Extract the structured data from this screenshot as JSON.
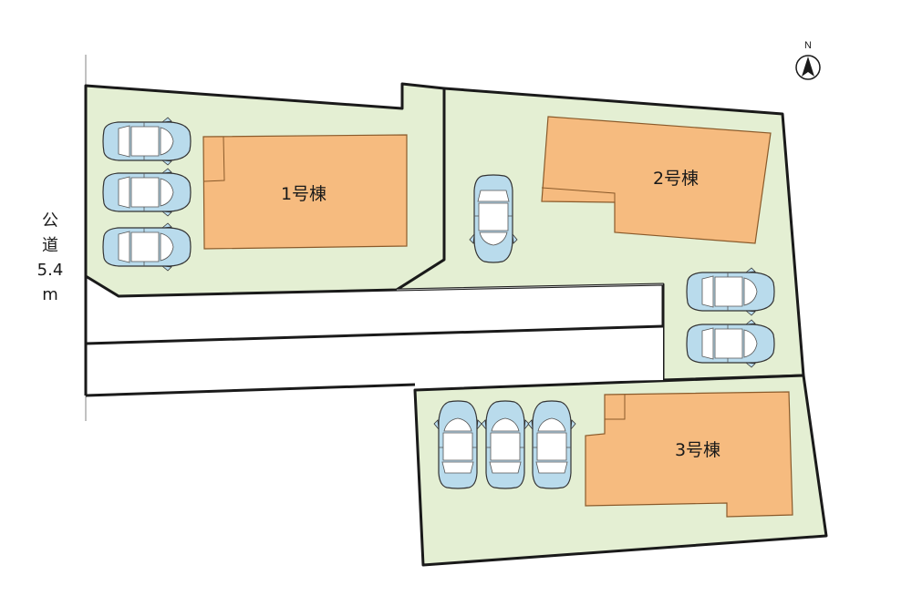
{
  "colors": {
    "lot_fill": "#e4efd3",
    "building_fill": "#f6bb7f",
    "lot_stroke": "#1a1a1a",
    "car_body": "#b9dbec",
    "car_window": "#ffffff",
    "road_fill": "#ffffff"
  },
  "icons": {
    "north_arrow": "north-arrow-icon",
    "car": "car-icon"
  },
  "north_label": "N",
  "road": {
    "chars": [
      "公",
      "道",
      "5.4",
      "m"
    ]
  },
  "buildings": [
    {
      "id": "1",
      "label": "1号棟"
    },
    {
      "id": "2",
      "label": "2号棟"
    },
    {
      "id": "3",
      "label": "3号棟"
    }
  ]
}
